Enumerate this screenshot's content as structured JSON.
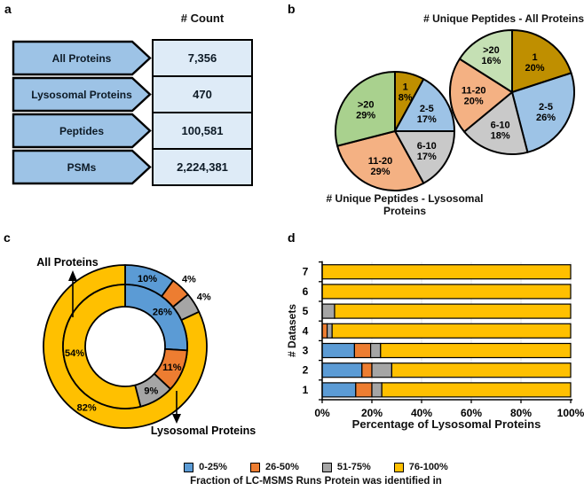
{
  "panels": {
    "a": {
      "letter": "a",
      "header": "# Count",
      "arrow_color": "#9DC3E6",
      "box_color": "#DEEBF7",
      "rows": [
        {
          "label": "All Proteins",
          "count": "7,356"
        },
        {
          "label": "Lysosomal Proteins",
          "count": "470"
        },
        {
          "label": "Peptides",
          "count": "100,581"
        },
        {
          "label": "PSMs",
          "count": "2,224,381"
        }
      ]
    },
    "b": {
      "letter": "b"
    },
    "c": {
      "letter": "c"
    },
    "d": {
      "letter": "d"
    }
  },
  "chart_data": [
    {
      "id": "pie-unique-peptides-all-proteins",
      "type": "pie",
      "title": "# Unique Peptides - All Proteins",
      "categories": [
        "1",
        "2-5",
        "6-10",
        "11-20",
        ">20"
      ],
      "values": [
        20,
        26,
        18,
        20,
        16
      ],
      "colors": [
        "#BF8F00",
        "#9DC3E6",
        "#C9C9C9",
        "#F4B183",
        "#C5E0B4"
      ],
      "unit": "%",
      "start_angle": "top",
      "direction": "clockwise"
    },
    {
      "id": "pie-unique-peptides-lysosomal-proteins",
      "type": "pie",
      "title": "# Unique Peptides - Lysosomal Proteins",
      "categories": [
        "1",
        "2-5",
        "6-10",
        "11-20",
        ">20"
      ],
      "values": [
        8,
        17,
        17,
        29,
        29
      ],
      "colors": [
        "#BF8F00",
        "#9DC3E6",
        "#C9C9C9",
        "#F4B183",
        "#A9D18E"
      ],
      "unit": "%",
      "start_angle": "top",
      "direction": "clockwise"
    },
    {
      "id": "donut-run-fraction",
      "type": "donut",
      "categories": [
        "0-25%",
        "26-50%",
        "51-75%",
        "76-100%"
      ],
      "colors": [
        "#5B9BD5",
        "#ED7D31",
        "#A5A5A5",
        "#FFC000"
      ],
      "rings": [
        {
          "name": "All Proteins",
          "position": "outer",
          "values": [
            10,
            4,
            4,
            82
          ]
        },
        {
          "name": "Lysosomal Proteins",
          "position": "inner",
          "values": [
            26,
            11,
            9,
            54
          ]
        }
      ],
      "unit": "%",
      "start_angle": "top",
      "direction": "clockwise"
    },
    {
      "id": "datasets-stacked-bars",
      "type": "bar",
      "stacked": true,
      "orientation": "horizontal",
      "categories": [
        "1",
        "2",
        "3",
        "4",
        "5",
        "6",
        "7"
      ],
      "series": [
        {
          "name": "0-25%",
          "color": "#5B9BD5",
          "values": [
            13.5,
            16,
            13,
            0,
            0,
            0,
            0
          ]
        },
        {
          "name": "26-50%",
          "color": "#ED7D31",
          "values": [
            6.5,
            4,
            6.5,
            2,
            0,
            0,
            0
          ]
        },
        {
          "name": "51-75%",
          "color": "#A5A5A5",
          "values": [
            4,
            8,
            4,
            2,
            5,
            0,
            0
          ]
        },
        {
          "name": "76-100%",
          "color": "#FFC000",
          "values": [
            76,
            72,
            76.5,
            96,
            95,
            100,
            100
          ]
        }
      ],
      "xlabel": "Percentage of Lysosomal Proteins",
      "ylabel": "# Datasets",
      "xticks": [
        "0%",
        "20%",
        "40%",
        "60%",
        "80%",
        "100%"
      ],
      "xlim": [
        0,
        100
      ],
      "gridlines": true,
      "legend_position": "bottom"
    }
  ],
  "legend": {
    "items": [
      {
        "label": "0-25%",
        "color": "#5B9BD5"
      },
      {
        "label": "26-50%",
        "color": "#ED7D31"
      },
      {
        "label": "51-75%",
        "color": "#A5A5A5"
      },
      {
        "label": "76-100%",
        "color": "#FFC000"
      }
    ],
    "caption": "Fraction of LC-MSMS Runs Protein was identified in"
  }
}
